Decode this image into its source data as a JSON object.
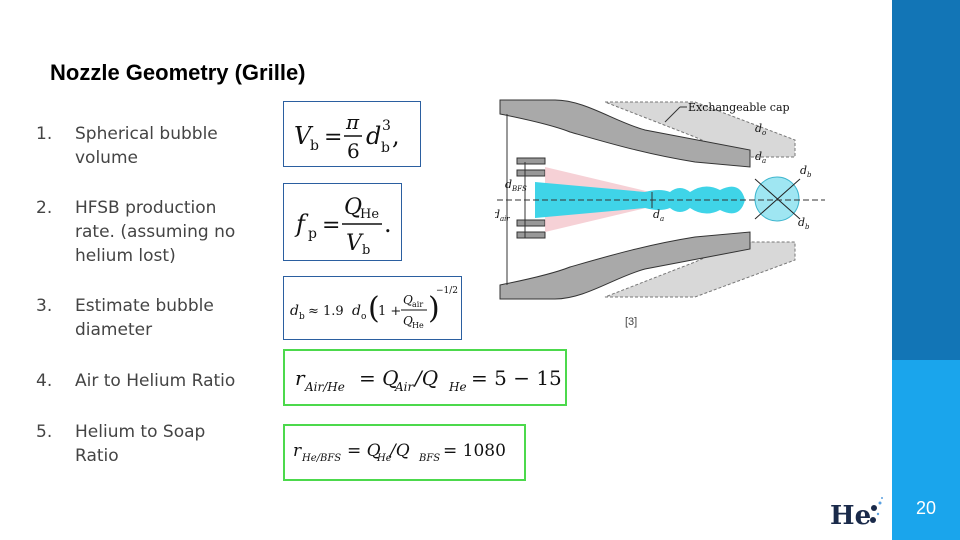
{
  "slide": {
    "title": "Nozzle Geometry (Grille)",
    "page_number": "20",
    "citation": "[3]",
    "logo_text": "He",
    "colors": {
      "sidebar_dark": "#1275b6",
      "sidebar_light": "#1aa5ec",
      "highlight_box": "#4cd94c",
      "equation_box": "#2b5fa0",
      "jet": "#3fd4e8",
      "spray": "#f4c6cc"
    }
  },
  "list": [
    {
      "num": "1.",
      "line1": "Spherical bubble",
      "line2": "volume",
      "line3": ""
    },
    {
      "num": "2.",
      "line1": "HFSB production",
      "line2": "rate. (assuming no",
      "line3": "helium lost)"
    },
    {
      "num": "3.",
      "line1": "Estimate bubble",
      "line2": "diameter",
      "line3": ""
    },
    {
      "num": "4.",
      "line1": "Air to Helium Ratio",
      "line2": "",
      "line3": ""
    },
    {
      "num": "5.",
      "line1": "Helium to Soap",
      "line2": "Ratio",
      "line3": ""
    }
  ],
  "equations": {
    "eq1": {
      "lhs": "V",
      "lhs_sub": "b",
      "eq": "=",
      "num": "π",
      "den": "6",
      "var": "d",
      "var_sub": "b",
      "var_sup": "3",
      "tail": ","
    },
    "eq2": {
      "lhs": "f",
      "lhs_sub": "p",
      "eq": "=",
      "num": "Q",
      "num_sub": "He",
      "den": "V",
      "den_sub": "b",
      "tail": "."
    },
    "eq3": {
      "lhs": "d",
      "lhs_sub": "b",
      "approx": "≈ 1.9",
      "d0": "d",
      "d0_sub": "o",
      "one_plus": "1 +",
      "num": "Q",
      "num_sub": "air",
      "den": "Q",
      "den_sub": "He",
      "exp": "−1/2"
    },
    "eq4": {
      "r": "r",
      "r_sub": "Air/He",
      "rest1": "= Q",
      "sub1": "Air",
      "slash": "/Q",
      "sub2": "He",
      "rest2": "= 5 − 15"
    },
    "eq5": {
      "r": "r",
      "r_sub": "He/BFS",
      "rest1": "= Q",
      "sub1": "He",
      "slash": "/Q",
      "sub2": "BFS",
      "rest2": "= 1080"
    }
  },
  "diagram": {
    "cap_label": "Exchangeable cap",
    "labels": {
      "d_o_prime": "d",
      "d_o_prime_sub": "o",
      "d_a": "d",
      "d_a_sub": "a",
      "d_b": "d",
      "d_b_sub": "b",
      "d_b_prime": "d",
      "d_b_prime_sub": "b",
      "d_bfs": "d",
      "d_bfs_sub": "BFS",
      "d_air": "d",
      "d_air_sub": "air",
      "d_a_mid": "d",
      "d_a_mid_sub": "a"
    }
  }
}
